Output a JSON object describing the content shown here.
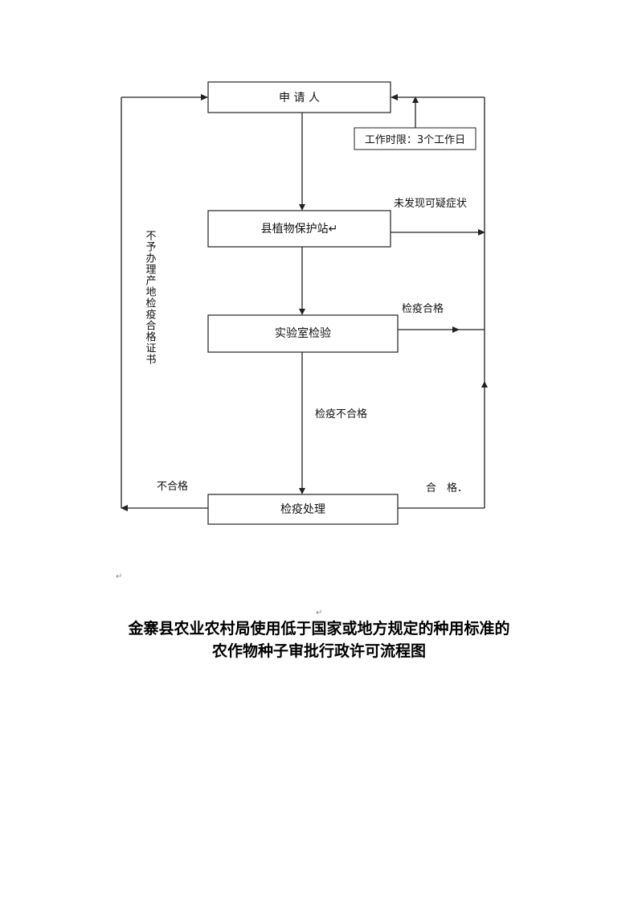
{
  "diagram": {
    "applicant": "申 请 人",
    "time_limit": "工作时限：3个工作日",
    "county_station": "县植物保护站↵",
    "lab_inspection": "实验室检验",
    "quarantine_handling": "检疫处理",
    "label_no_suspicious": "未发现可疑症状",
    "label_quarantine_pass": "检疫合格",
    "label_quarantine_fail": "检疫不合格",
    "label_fail": "不合格",
    "label_pass": "合　格．",
    "label_no_certificate": "不予办理产地检疫合格证书"
  },
  "marks": {
    "para_mark_1": "↵",
    "para_mark_2": "↵"
  },
  "title": {
    "line1": "金寨县农业农村局使用低于国家或地方规定的种用标准的",
    "line2": "农作物种子审批行政许可流程图"
  }
}
